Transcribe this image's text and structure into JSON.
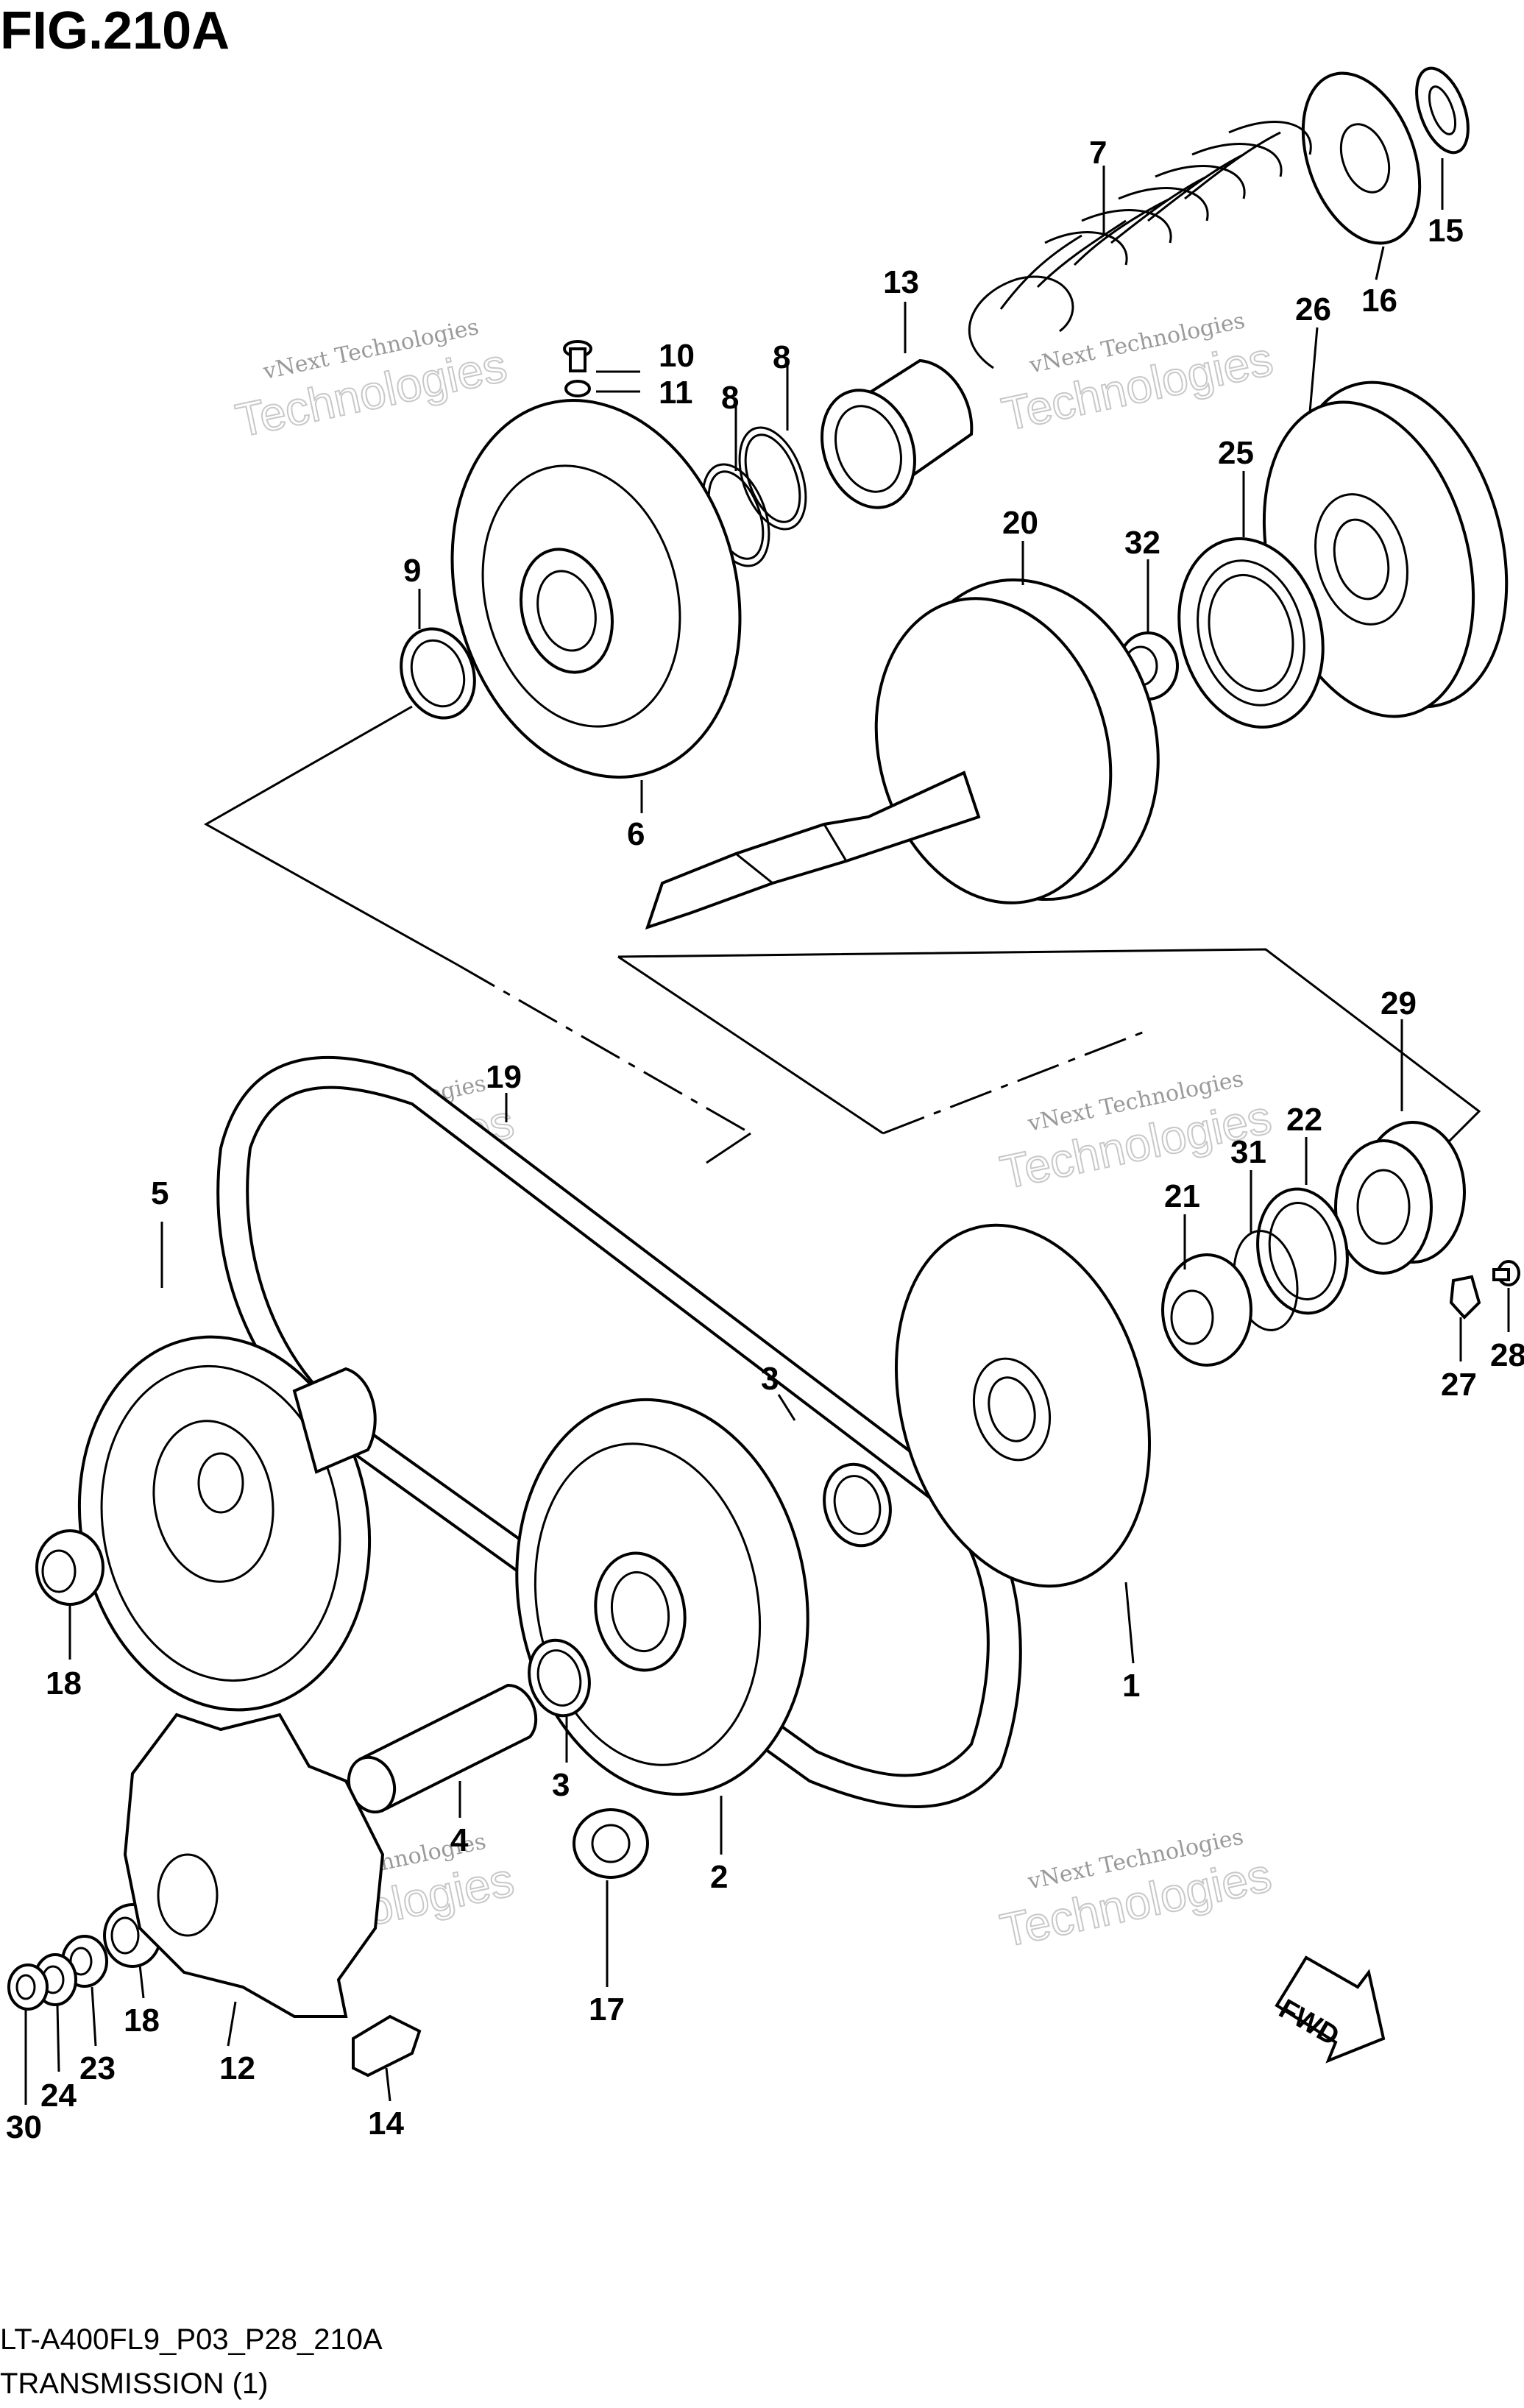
{
  "figure_title": "FIG.210A",
  "footer": {
    "code": "LT-A400FL9_P03_P28_210A",
    "section": "TRANSMISSION (1)"
  },
  "watermarks": [
    {
      "small": "vNext Technologies",
      "large": "Technologies"
    },
    {
      "small": "vNext Technologies",
      "large": "Technologies"
    },
    {
      "small": "vNext Technologies",
      "large": "Technologies"
    },
    {
      "small": "vNext Technologies",
      "large": "Technologies"
    },
    {
      "small": "vNext Technologies",
      "large": "Technologies"
    },
    {
      "small": "vNext Technologies",
      "large": "Technologies"
    }
  ],
  "fwd_label": "FWD",
  "callouts": [
    "7",
    "15",
    "16",
    "13",
    "10",
    "11",
    "8",
    "8",
    "26",
    "25",
    "9",
    "20",
    "32",
    "6",
    "19",
    "29",
    "5",
    "22",
    "31",
    "21",
    "27",
    "28",
    "3",
    "18",
    "1",
    "3",
    "4",
    "2",
    "18",
    "23",
    "24",
    "30",
    "12",
    "17",
    "14"
  ]
}
